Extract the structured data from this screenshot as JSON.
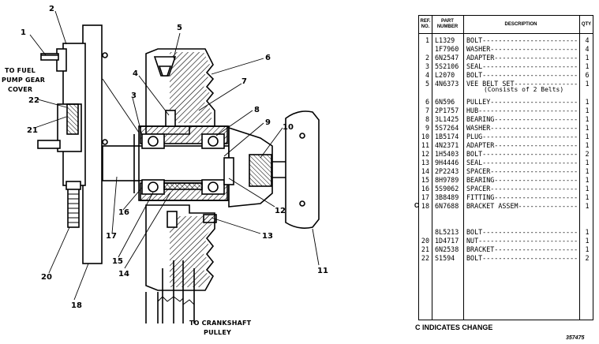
{
  "diagram": {
    "callouts": [
      "1",
      "2",
      "3",
      "4",
      "5",
      "6",
      "7",
      "8",
      "9",
      "10",
      "11",
      "12",
      "13",
      "14",
      "15",
      "16",
      "17",
      "18",
      "20",
      "21",
      "22"
    ],
    "notes": {
      "fuel_pump_line1": "TO FUEL",
      "fuel_pump_line2": "PUMP GEAR",
      "fuel_pump_line3": "COVER",
      "crankshaft_line1": "TO CRANKSHAFT",
      "crankshaft_line2": "PULLEY"
    }
  },
  "table": {
    "headers": {
      "ref": [
        "REF.",
        "NO."
      ],
      "part": [
        "PART",
        "NUMBER"
      ],
      "desc": "DESCRIPTION",
      "qty": "QTY"
    },
    "rows": [
      {
        "ref": "1",
        "part": "L1329",
        "desc": "BOLT",
        "qty": "4"
      },
      {
        "ref": "",
        "part": "1F7960",
        "desc": "WASHER",
        "qty": "4"
      },
      {
        "ref": "2",
        "part": "6N2547",
        "desc": "ADAPTER",
        "qty": "1"
      },
      {
        "ref": "3",
        "part": "5S2106",
        "desc": "SEAL",
        "qty": "1"
      },
      {
        "ref": "4",
        "part": "L2070",
        "desc": "BOLT",
        "qty": "6"
      },
      {
        "ref": "5",
        "part": "4N6373",
        "desc": "VEE BELT SET",
        "qty": "1"
      },
      {
        "ref": "6",
        "part": "6N596",
        "desc": "PULLEY",
        "qty": "1"
      },
      {
        "ref": "7",
        "part": "2P1757",
        "desc": "HUB",
        "qty": "1"
      },
      {
        "ref": "8",
        "part": "3L1425",
        "desc": "BEARING",
        "qty": "1"
      },
      {
        "ref": "9",
        "part": "5S7264",
        "desc": "WASHER",
        "qty": "1"
      },
      {
        "ref": "10",
        "part": "1B5174",
        "desc": "PLUG",
        "qty": "1"
      },
      {
        "ref": "11",
        "part": "4N2371",
        "desc": "ADAPTER",
        "qty": "1"
      },
      {
        "ref": "12",
        "part": "1H5403",
        "desc": "BOLT",
        "qty": "2"
      },
      {
        "ref": "13",
        "part": "9H4446",
        "desc": "SEAL",
        "qty": "1"
      },
      {
        "ref": "14",
        "part": "2P2243",
        "desc": "SPACER",
        "qty": "1"
      },
      {
        "ref": "15",
        "part": "8H9789",
        "desc": "BEARING",
        "qty": "1"
      },
      {
        "ref": "16",
        "part": "5S9062",
        "desc": "SPACER",
        "qty": "1"
      },
      {
        "ref": "17",
        "part": "3B8489",
        "desc": "FITTING",
        "qty": "1"
      },
      {
        "ref": "18",
        "part": "6N7688",
        "desc": "BRACKET ASSEM",
        "qty": "1"
      },
      {
        "ref": "",
        "part": "8L5213",
        "desc": "BOLT",
        "qty": "1"
      },
      {
        "ref": "20",
        "part": "1D4717",
        "desc": "NUT",
        "qty": "1"
      },
      {
        "ref": "21",
        "part": "6N2538",
        "desc": "BRACKET",
        "qty": "1"
      },
      {
        "ref": "22",
        "part": "S1594",
        "desc": "BOLT",
        "qty": "2"
      }
    ],
    "belt_note": "(Consists of 2 Belts)",
    "change_mark": "C"
  },
  "footer": {
    "change_note": "C INDICATES CHANGE",
    "doc_number": "357475"
  }
}
